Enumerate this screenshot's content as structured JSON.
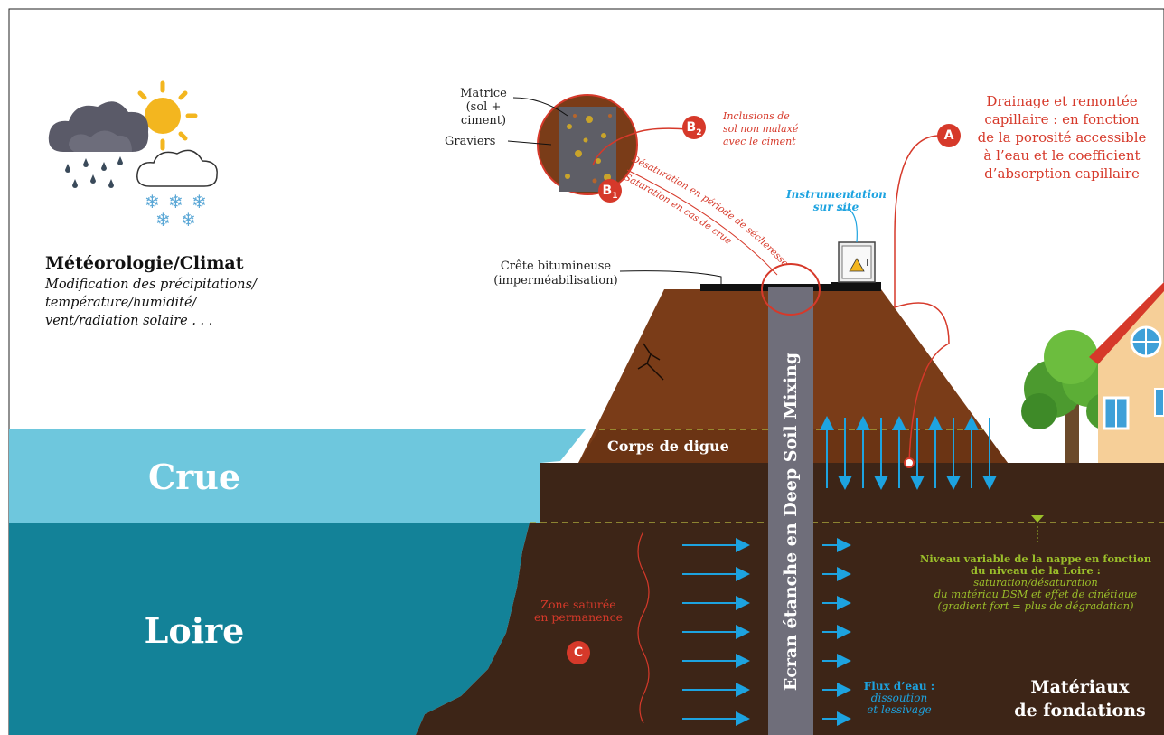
{
  "weather": {
    "title": "Météorologie/Climat",
    "description": "Modification des précipitations/ température/humidité/ vent/radiation solaire . . ."
  },
  "water": {
    "flood_label": "Crue",
    "river_label": "Loire"
  },
  "dike": {
    "body_label": "Corps de digue",
    "crest_label_line1": "Crête bitumineuse",
    "crest_label_line2": "(imperméabilisation)",
    "wall_label": "Ecran étanche en Deep Soil Mixing",
    "foundation_label_line1": "Matériaux",
    "foundation_label_line2": "de fondations"
  },
  "sample": {
    "matrix_label_line1": "Matrice",
    "matrix_label_line2": "(sol + ciment)",
    "gravel_label": "Graviers",
    "b1_marker": "B",
    "b1_sub": "1",
    "b2_marker": "B",
    "b2_sub": "2",
    "b2_text_line1": "Inclusions de",
    "b2_text_line2": "sol non malaxé",
    "b2_text_line3": "avec le ciment",
    "curve_text_1": "Désaturation en période de sécheresse",
    "curve_text_2": "Saturation en cas de crue"
  },
  "instrumentation": {
    "label_line1": "Instrumentation",
    "label_line2": "sur site"
  },
  "annotation_a": {
    "marker": "A",
    "text": "Drainage et remontée capillaire : en fonction de la porosité accessible à l’eau et le coefficient d’absorption capillaire"
  },
  "annotation_c": {
    "marker": "C",
    "text_line1": "Zone saturée",
    "text_line2": "en permanence"
  },
  "water_table": {
    "title_line1": "Niveau variable de la nappe en fonction",
    "title_line2": "du niveau de la Loire :",
    "detail_line1": "saturation/désaturation",
    "detail_line2": "du matériau DSM et effet de cinétique",
    "detail_line3": "(gradient fort = plus de dégradation)"
  },
  "flow": {
    "title": "Flux d’eau :",
    "detail_line1": "dissoution",
    "detail_line2": "et lessivage"
  },
  "colors": {
    "soil_dark": "#3d2517",
    "dike_body": "#7a3c18",
    "flood_water": "#6ec7dd",
    "river_water": "#138298",
    "red_accent": "#d6392a",
    "blue_accent": "#1da3e0",
    "green_accent": "#9bbf2a",
    "wall_grey": "#6f6e7a"
  }
}
